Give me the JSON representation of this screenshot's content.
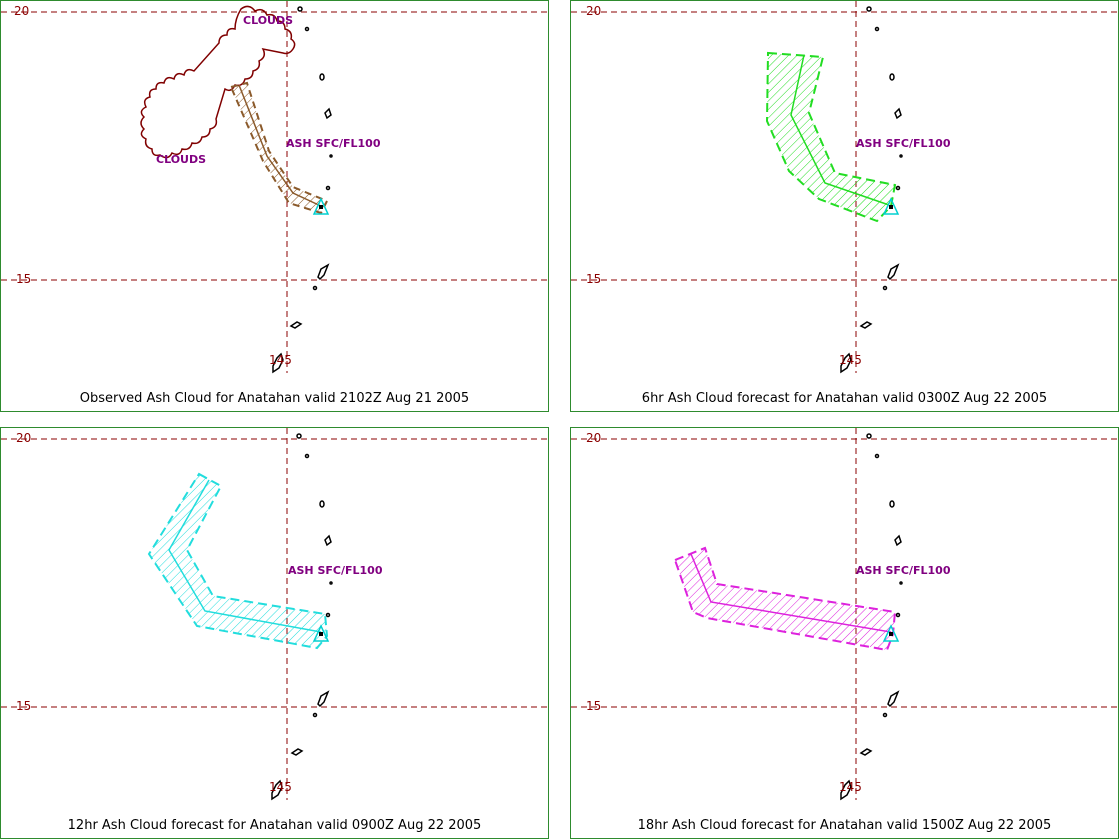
{
  "colors": {
    "grid": "#8b0000",
    "border": "#2e8b2e",
    "clouds": "#800000",
    "label": "#800080",
    "observed_ash": "#8b5a2b",
    "ash_6hr": "#22dd22",
    "ash_12hr": "#22dddd",
    "ash_18hr": "#dd22dd",
    "volcano": "#00d0d0"
  },
  "icons": {
    "volcano": "triangle-icon"
  },
  "grid_labels": {
    "lat_top": "20",
    "lat_mid": "15",
    "lon": "145"
  },
  "panels": [
    {
      "caption": "Observed Ash Cloud for Anatahan valid 2102Z Aug 21 2005",
      "ash_label": "ASH SFC/FL100",
      "clouds_labels": [
        "CLOUDS",
        "CLOUDS"
      ]
    },
    {
      "caption": "6hr Ash Cloud forecast for Anatahan valid 0300Z Aug 22 2005",
      "ash_label": "ASH SFC/FL100"
    },
    {
      "caption": "12hr Ash Cloud forecast for Anatahan valid 0900Z Aug 22 2005",
      "ash_label": "ASH SFC/FL100"
    },
    {
      "caption": "18hr Ash Cloud forecast for Anatahan valid 1500Z Aug 22 2005",
      "ash_label": "ASH SFC/FL100"
    }
  ]
}
